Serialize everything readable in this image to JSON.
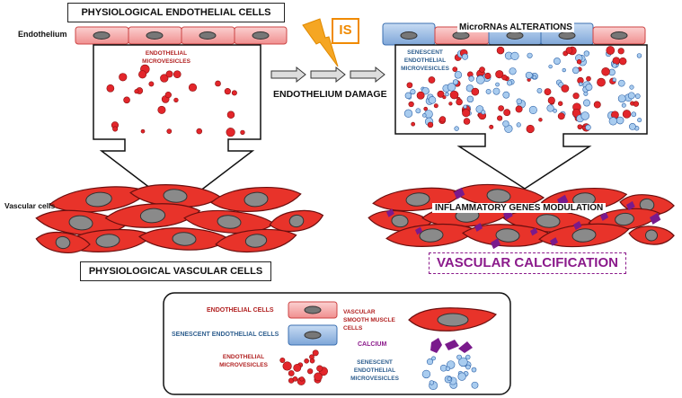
{
  "title_top": "PHYSIOLOGICAL ENDOTHELIAL CELLS",
  "label_endothelium": "Endothelium",
  "label_endothelial_mv": "ENDOTHELIAL MICROVESICLES",
  "is_badge": "IS",
  "label_damage": "ENDOTHELIUM DAMAGE",
  "label_microrna": "MicroRNAs ALTERATIONS",
  "label_senescent_mv": "SENESCENT ENDOTHELIAL MICROVESICLES",
  "label_vascular_cells": "Vascular cells",
  "label_inflammatory": "INFLAMMATORY GENES MODULATION",
  "label_physio_vascular": "PHYSIOLOGICAL VASCULAR CELLS",
  "label_calcification": "VASCULAR CALCIFICATION",
  "legend": {
    "endothelial_cells": "ENDOTHELIAL CELLS",
    "senescent_cells": "SENESCENT ENDOTHELIAL CELLS",
    "endothelial_mv": "ENDOTHELIAL MICROVESICLES",
    "vsmc": "VASCULAR SMOOTH MUSCLE CELLS",
    "calcium": "CALCIUM",
    "senescent_mv": "SENESCENT ENDOTHELIAL MICROVESICLES"
  },
  "colors": {
    "endothelial": "#f4a0a0",
    "senescent": "#8fb3e0",
    "vsmc": "#e8332a",
    "calcium": "#7a1a8c",
    "red_text": "#b22222",
    "blue_text": "#2f5f8f",
    "purple": "#8b1a8b"
  }
}
